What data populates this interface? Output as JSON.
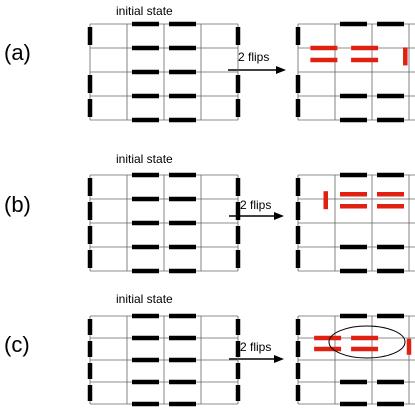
{
  "panels": [
    {
      "label": "(a)",
      "initial_caption": "initial state",
      "arrow_caption": "2 flips",
      "highlight_ellipse": false,
      "initial": {
        "rows": 5,
        "cols": 5,
        "thick_vertical": [
          [
            0,
            0,
            1
          ],
          [
            0,
            0,
            3
          ],
          [
            1,
            0,
            2
          ],
          [
            1,
            0,
            4
          ],
          [
            3,
            0,
            0
          ],
          [
            3,
            0,
            2
          ],
          [
            3,
            0,
            4
          ],
          [
            4,
            1,
            2
          ],
          [
            4,
            1,
            4
          ]
        ],
        "thick_horizontal": [
          [
            0,
            0
          ],
          [
            0,
            1
          ],
          [
            1,
            0
          ],
          [
            1,
            1
          ],
          [
            1,
            2
          ],
          [
            1,
            3
          ],
          [
            2,
            0
          ],
          [
            2,
            1
          ],
          [
            2,
            2
          ],
          [
            2,
            3
          ],
          [
            2,
            4
          ]
        ],
        "thick_h_cols": [
          1,
          3
        ],
        "red_vertical": [],
        "red_horizontal": []
      },
      "final": {
        "rows": 5,
        "cols": 5,
        "thick_vertical": [
          [
            0,
            0,
            3
          ],
          [
            0,
            0,
            4
          ],
          [
            3,
            0,
            0
          ],
          [
            3,
            0,
            2
          ],
          [
            3,
            0,
            4
          ],
          [
            4,
            1,
            2
          ],
          [
            4,
            1,
            4
          ]
        ],
        "thick_horizontal": [],
        "red_vertical": [
          [
            3,
            1,
            1
          ]
        ],
        "red_horizontal": [
          [
            1,
            1
          ],
          [
            1,
            2
          ],
          [
            2,
            1
          ],
          [
            2,
            2
          ]
        ]
      }
    },
    {
      "label": "(b)",
      "initial_caption": "initial state",
      "arrow_caption": "2 flips",
      "highlight_ellipse": false
    },
    {
      "label": "(c)",
      "initial_caption": "initial state",
      "arrow_caption": "2 flips",
      "highlight_ellipse": true
    }
  ],
  "colors": {
    "grid": "#666666",
    "dimer": "#000000",
    "flipped": "#e02010",
    "ellipse": "#000000"
  }
}
